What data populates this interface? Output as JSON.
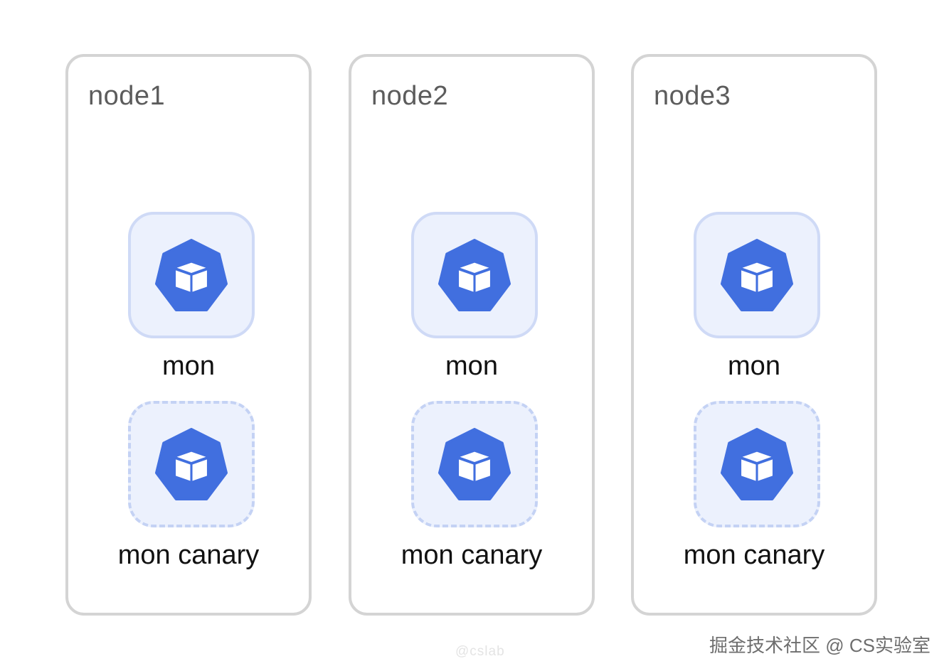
{
  "nodes": [
    {
      "title": "node1",
      "pods": {
        "primary": "mon",
        "canary": "mon canary"
      }
    },
    {
      "title": "node2",
      "pods": {
        "primary": "mon",
        "canary": "mon canary"
      }
    },
    {
      "title": "node3",
      "pods": {
        "primary": "mon",
        "canary": "mon canary"
      }
    }
  ],
  "icon": "kubernetes-pod-icon",
  "colors": {
    "node_border": "#d4d4d4",
    "pod_background": "#ecf1fd",
    "pod_border": "#cfdaf6",
    "icon_blue": "#416fdf"
  },
  "watermark": "@cslab",
  "footer": "掘金技术社区 @ CS实验室"
}
